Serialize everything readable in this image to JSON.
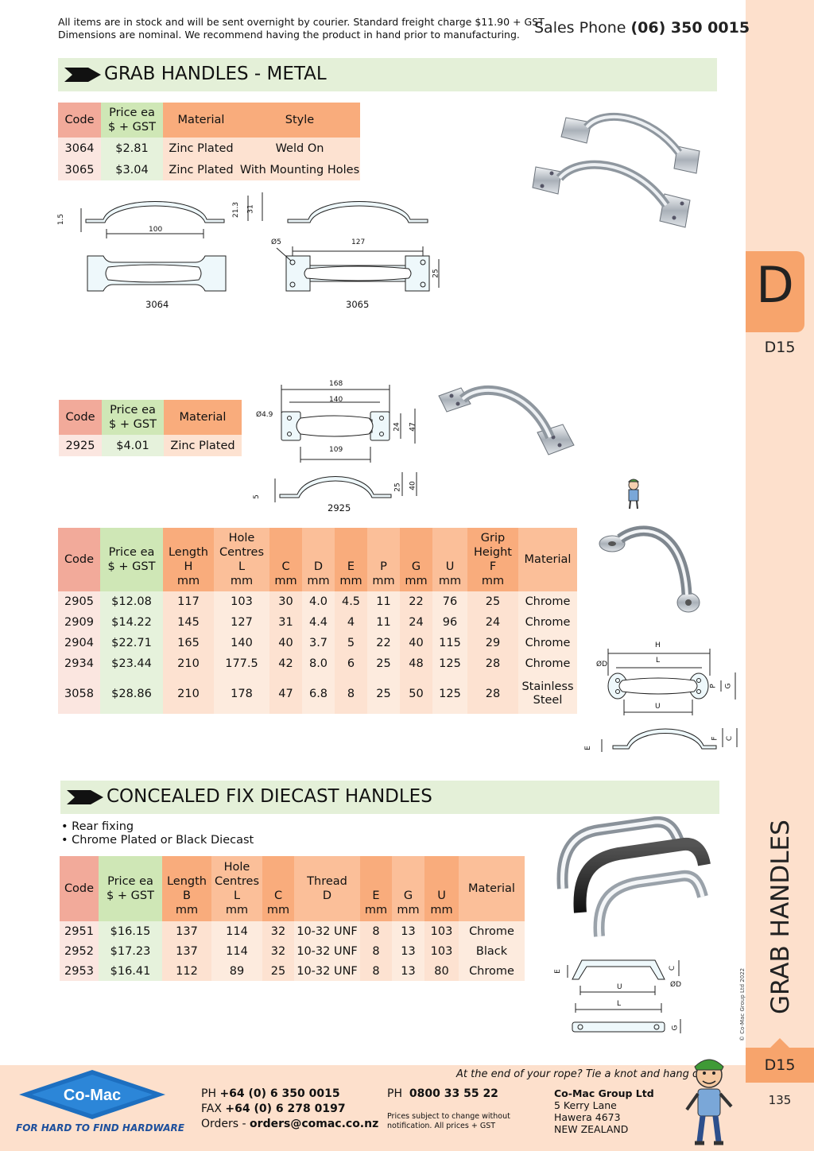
{
  "header": {
    "notice_line1": "All items are in stock and will be sent overnight by courier. Standard freight charge $11.90 + GST",
    "notice_line2": "Dimensions are nominal. We recommend having the product in hand prior to manufacturing.",
    "sales_label": "Sales Phone",
    "sales_phone": "(06) 350 0015"
  },
  "side_tab": {
    "letter": "D",
    "page_code_top": "D15",
    "vertical_title": "GRAB HANDLES",
    "page_code_bottom": "D15",
    "page_number": "135",
    "copyright": "© Co-Mac Group Ltd 2022"
  },
  "sections": {
    "metal_title": "GRAB HANDLES - METAL",
    "concealed_title": "CONCEALED FIX DIECAST HANDLES"
  },
  "table1": {
    "headers": {
      "code": "Code",
      "price_line1": "Price ea",
      "price_line2": "$ + GST",
      "material": "Material",
      "style": "Style"
    },
    "rows": [
      {
        "code": "3064",
        "price": "$2.81",
        "material": "Zinc Plated",
        "style": "Weld On"
      },
      {
        "code": "3065",
        "price": "$3.04",
        "material": "Zinc Plated",
        "style": "With Mounting Holes"
      }
    ]
  },
  "diagram1": {
    "label_3064": "3064",
    "label_3065": "3065",
    "dim_100": "100",
    "dim_1_5": "1.5",
    "dim_21_3": "21.3",
    "dim_31": "31",
    "dim_o5": "Ø5",
    "dim_127": "127",
    "dim_25": "25"
  },
  "table2": {
    "headers": {
      "code": "Code",
      "price_line1": "Price ea",
      "price_line2": "$ + GST",
      "material": "Material"
    },
    "rows": [
      {
        "code": "2925",
        "price": "$4.01",
        "material": "Zinc Plated"
      }
    ]
  },
  "diagram2": {
    "label": "2925",
    "dim_168": "168",
    "dim_140": "140",
    "dim_o49": "Ø4.9",
    "dim_109": "109",
    "dim_24": "24",
    "dim_47": "47",
    "dim_5": "5",
    "dim_25": "25",
    "dim_40": "40"
  },
  "table3": {
    "headers": [
      {
        "l1": "",
        "l2": "Code",
        "l3": "",
        "l4": ""
      },
      {
        "l1": "",
        "l2": "Price ea",
        "l3": "$ + GST",
        "l4": ""
      },
      {
        "l1": "",
        "l2": "Length",
        "l3": "H",
        "l4": "mm"
      },
      {
        "l1": "Hole",
        "l2": "Centres",
        "l3": "L",
        "l4": "mm"
      },
      {
        "l1": "",
        "l2": "",
        "l3": "C",
        "l4": "mm"
      },
      {
        "l1": "",
        "l2": "",
        "l3": "D",
        "l4": "mm"
      },
      {
        "l1": "",
        "l2": "",
        "l3": "E",
        "l4": "mm"
      },
      {
        "l1": "",
        "l2": "",
        "l3": "P",
        "l4": "mm"
      },
      {
        "l1": "",
        "l2": "",
        "l3": "G",
        "l4": "mm"
      },
      {
        "l1": "",
        "l2": "",
        "l3": "U",
        "l4": "mm"
      },
      {
        "l1": "Grip",
        "l2": "Height",
        "l3": "F",
        "l4": "mm"
      },
      {
        "l1": "",
        "l2": "Material",
        "l3": "",
        "l4": ""
      }
    ],
    "rows": [
      {
        "code": "2905",
        "price": "$12.08",
        "h": "117",
        "l": "103",
        "c": "30",
        "d": "4.0",
        "e": "4.5",
        "p": "11",
        "g": "22",
        "u": "76",
        "f": "25",
        "material": "Chrome",
        "material2": ""
      },
      {
        "code": "2909",
        "price": "$14.22",
        "h": "145",
        "l": "127",
        "c": "31",
        "d": "4.4",
        "e": "4",
        "p": "11",
        "g": "24",
        "u": "96",
        "f": "24",
        "material": "Chrome",
        "material2": ""
      },
      {
        "code": "2904",
        "price": "$22.71",
        "h": "165",
        "l": "140",
        "c": "40",
        "d": "3.7",
        "e": "5",
        "p": "22",
        "g": "40",
        "u": "115",
        "f": "29",
        "material": "Chrome",
        "material2": ""
      },
      {
        "code": "2934",
        "price": "$23.44",
        "h": "210",
        "l": "177.5",
        "c": "42",
        "d": "8.0",
        "e": "6",
        "p": "25",
        "g": "48",
        "u": "125",
        "f": "28",
        "material": "Chrome",
        "material2": ""
      },
      {
        "code": "3058",
        "price": "$28.86",
        "h": "210",
        "l": "178",
        "c": "47",
        "d": "6.8",
        "e": "8",
        "p": "25",
        "g": "50",
        "u": "125",
        "f": "28",
        "material": "Stainless",
        "material2": "Steel"
      }
    ]
  },
  "diagram3": {
    "h": "H",
    "l": "L",
    "od": "ØD",
    "p": "P",
    "g": "G",
    "u": "U",
    "e": "E",
    "f": "F",
    "c": "C"
  },
  "concealed": {
    "bullets": [
      "• Rear fixing",
      "• Chrome Plated or Black Diecast"
    ]
  },
  "table4": {
    "headers": [
      {
        "l1": "",
        "l2": "Code",
        "l3": "",
        "l4": ""
      },
      {
        "l1": "",
        "l2": "Price ea",
        "l3": "$ + GST",
        "l4": ""
      },
      {
        "l1": "",
        "l2": "Length",
        "l3": "B",
        "l4": "mm"
      },
      {
        "l1": "Hole",
        "l2": "Centres",
        "l3": "L",
        "l4": "mm"
      },
      {
        "l1": "",
        "l2": "",
        "l3": "C",
        "l4": "mm"
      },
      {
        "l1": "",
        "l2": "Thread",
        "l3": "D",
        "l4": ""
      },
      {
        "l1": "",
        "l2": "",
        "l3": "E",
        "l4": "mm"
      },
      {
        "l1": "",
        "l2": "",
        "l3": "G",
        "l4": "mm"
      },
      {
        "l1": "",
        "l2": "",
        "l3": "U",
        "l4": "mm"
      },
      {
        "l1": "",
        "l2": "Material",
        "l3": "",
        "l4": ""
      }
    ],
    "rows": [
      {
        "code": "2951",
        "price": "$16.15",
        "b": "137",
        "l": "114",
        "c": "32",
        "d": "10-32 UNF",
        "e": "8",
        "g": "13",
        "u": "103",
        "material": "Chrome"
      },
      {
        "code": "2952",
        "price": "$17.23",
        "b": "137",
        "l": "114",
        "c": "32",
        "d": "10-32 UNF",
        "e": "8",
        "g": "13",
        "u": "103",
        "material": "Black"
      },
      {
        "code": "2953",
        "price": "$16.41",
        "b": "112",
        "l": "89",
        "c": "25",
        "d": "10-32 UNF",
        "e": "8",
        "g": "13",
        "u": "80",
        "material": "Chrome"
      }
    ]
  },
  "diagram4": {
    "e": "E",
    "c": "C",
    "od": "ØD",
    "u": "U",
    "l": "L",
    "g": "G"
  },
  "footer": {
    "logo_text": "Co-Mac",
    "tagline": "FOR HARD TO FIND HARDWARE",
    "rope_text": "At the end of your rope?  Tie a knot and hang on!",
    "ph_label": "PH",
    "ph_value": "+64 (0) 6 350 0015",
    "fax_label": "FAX",
    "fax_value": "+64 (0) 6 278 0197",
    "orders_label": "Orders -",
    "orders_value": "orders@comac.co.nz",
    "ph2_label": "PH",
    "ph2_value": "0800 33 55 22",
    "price_note": "Prices subject to change without notification. All prices + GST",
    "company": "Co-Mac Group Ltd",
    "addr1": "5 Kerry Lane",
    "addr2": "Hawera 4673",
    "addr3": "NEW ZEALAND"
  },
  "colors": {
    "header_cell": "#f9ac7c",
    "code_header": "#f2aa9a",
    "price_header": "#cfe7b6",
    "banner": "#e4f0d8",
    "side_panel": "#fde0cc",
    "tab": "#f7a46c",
    "logo_blue": "#1d4f9c"
  },
  "icons": [
    "banner-arrow-icon",
    "logo-diamond-icon",
    "mascot-icon"
  ]
}
